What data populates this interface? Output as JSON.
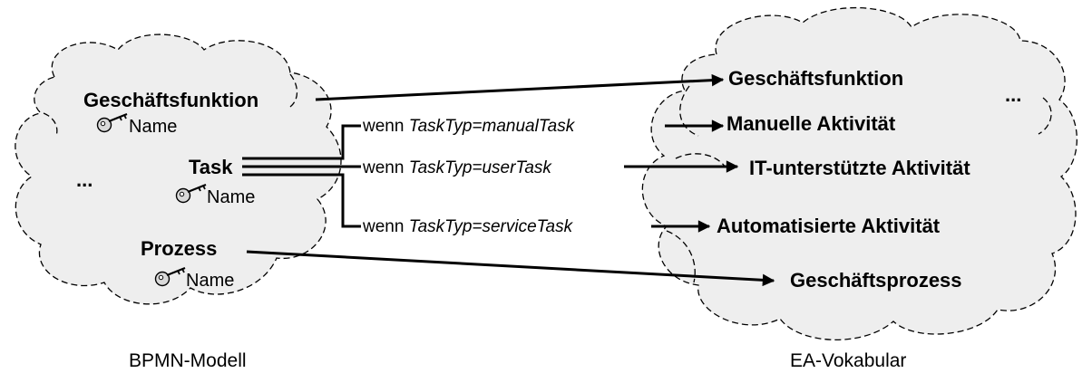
{
  "bpmn": {
    "caption": "BPMN-Modell",
    "geschaeftsfunktion": "Geschäftsfunktion",
    "task": "Task",
    "prozess": "Prozess",
    "attribute": "Name",
    "ellipsis": "..."
  },
  "ea": {
    "caption": "EA-Vokabular",
    "geschaeftsfunktion": "Geschäftsfunktion",
    "manuelle": "Manuelle Aktivität",
    "it_unterstuetzt": "IT-unterstützte Aktivität",
    "automatisiert": "Automatisierte Aktivität",
    "geschaeftsprozess": "Geschäftsprozess",
    "ellipsis": "..."
  },
  "conditions": {
    "prefix": "wenn ",
    "manual": "TaskTyp=manualTask",
    "user": "TaskTyp=userTask",
    "service": "TaskTyp=serviceTask"
  },
  "colors": {
    "cloud_fill": "#eeeeee",
    "line": "#000000"
  },
  "icons": [
    "key-icon"
  ]
}
